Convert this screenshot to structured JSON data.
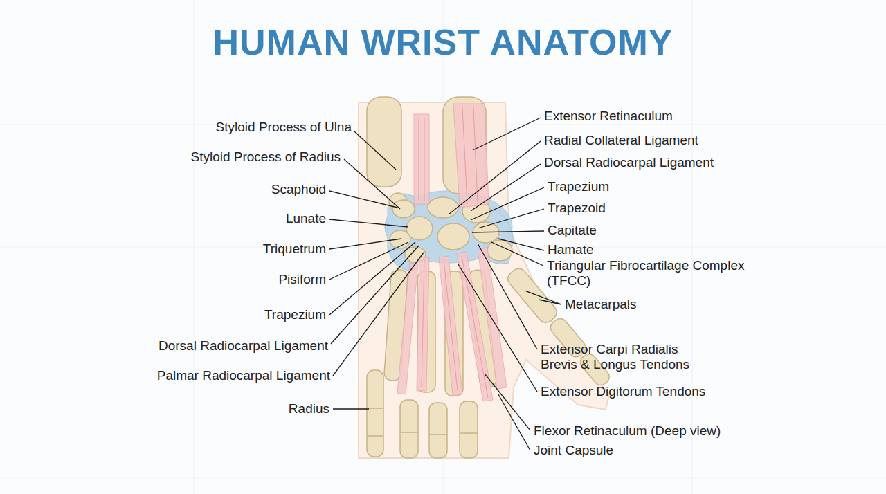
{
  "diagram": {
    "title": "HUMAN WRIST ANATOMY",
    "labels": [
      "Styloid Process of Ulna",
      "Styloid Process of Radius",
      "Scaphoid",
      "Lunate",
      "Triquetrum",
      "Pisiform",
      "Trapezium",
      "Dorsal Radiocarpal Ligament",
      "Palmar Radiocarpal Ligament",
      "Radius",
      "Extensor Retinaculum",
      "Radial Collateral Ligament",
      "Dorsal Radiocarpal Ligament",
      "Trapezium",
      "Trapezoid",
      "Capitate",
      "Hamate",
      "Triangular Fibrocartilage Complex (TFCC)",
      "Metacarpals",
      "Extensor Carpi Radialis Brevis & Longus Tendons",
      "Extensor Digitorum Tendons",
      "Flexor Retinaculum (Deep view)",
      "Joint Capsule"
    ]
  }
}
